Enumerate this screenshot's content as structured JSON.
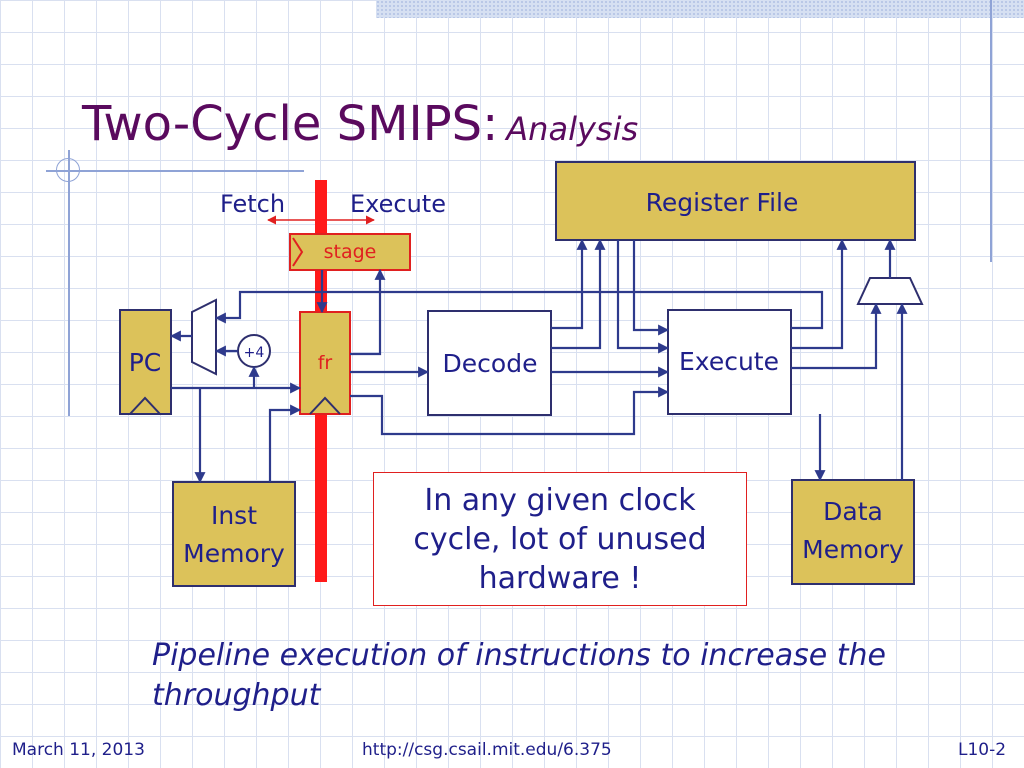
{
  "slide": {
    "title": "Two-Cycle SMIPS:",
    "subtitle": "Analysis"
  },
  "diagram": {
    "fetch_label": "Fetch",
    "execute_label": "Execute",
    "stage_label": "stage",
    "fr_label": "fr",
    "pc_label": "PC",
    "plus4_label": "+4",
    "decode_label": "Decode",
    "execute_block_label": "Execute",
    "register_file_label": "Register File",
    "inst_memory_label": [
      "Inst",
      "Memory"
    ],
    "data_memory_label": [
      "Data",
      "Memory"
    ]
  },
  "callout": {
    "text": "In any given clock cycle, lot of unused hardware !"
  },
  "note": {
    "text": "Pipeline execution of instructions to increase the throughput"
  },
  "footer": {
    "date": "March 11, 2013",
    "url": "http://csg.csail.mit.edu/6.375",
    "page": "L10-2"
  },
  "colors": {
    "title": "#5a0a5e",
    "text": "#1f1f8a",
    "block_fill": "#dcc25a",
    "block_stroke": "#2e2f6e",
    "wire": "#2e3a8c",
    "stage_bar": "#ff1a1a"
  }
}
